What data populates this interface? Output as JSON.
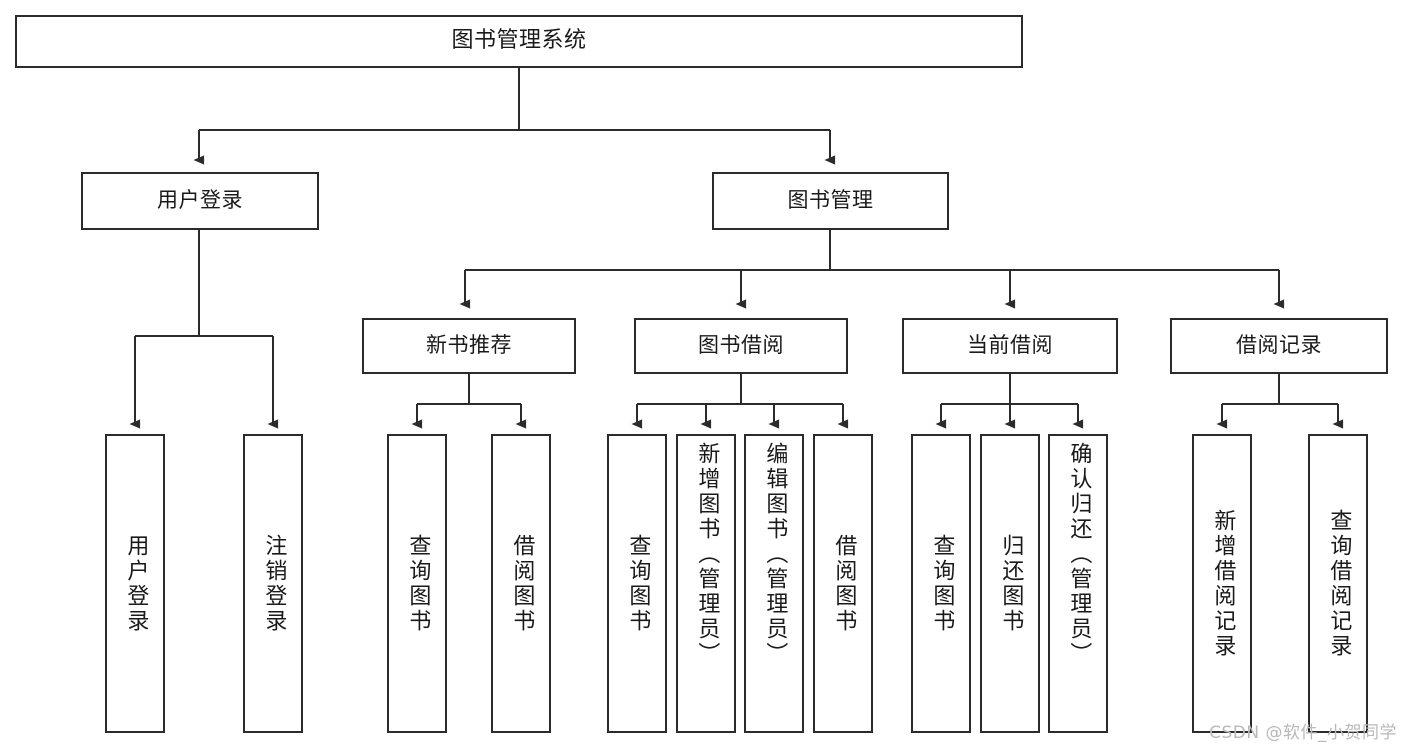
{
  "diagram": {
    "title": "图书管理系统",
    "watermark": "CSDN @软件_小贺同学",
    "stroke_color": "#2b2b2b",
    "fill_color": "#ffffff",
    "text_color": "#1a1a1a",
    "watermark_color": "#b9b9b9"
  },
  "nodes": {
    "root": {
      "label": "图书管理系统"
    },
    "level1": [
      {
        "label": "用户登录"
      },
      {
        "label": "图书管理"
      }
    ],
    "level2": [
      {
        "label": "新书推荐"
      },
      {
        "label": "图书借阅"
      },
      {
        "label": "当前借阅"
      },
      {
        "label": "借阅记录"
      }
    ],
    "leaves": {
      "user_login": [
        {
          "label": "用户登录"
        },
        {
          "label": "注销登录"
        }
      ],
      "new_book": [
        {
          "label": "查询图书"
        },
        {
          "label": "借阅图书"
        }
      ],
      "book_borrow": [
        {
          "label": "查询图书"
        },
        {
          "label": "新增图书（管理员）"
        },
        {
          "label": "编辑图书（管理员）"
        },
        {
          "label": "借阅图书"
        }
      ],
      "current_borrow": [
        {
          "label": "查询图书"
        },
        {
          "label": "归还图书"
        },
        {
          "label": "确认归还（管理员）"
        }
      ],
      "borrow_record": [
        {
          "label": "新增借阅记录"
        },
        {
          "label": "查询借阅记录"
        }
      ]
    }
  }
}
